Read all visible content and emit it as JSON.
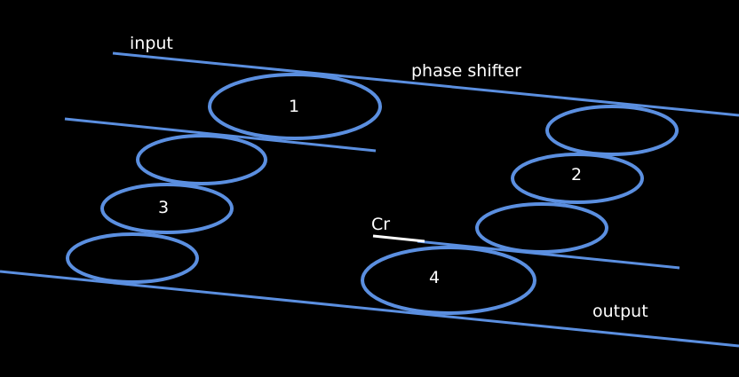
{
  "labels": {
    "input": "input",
    "phase_shifter": "phase shifter",
    "cr": "Cr",
    "output": "output"
  },
  "rings": {
    "r1": "1",
    "r2": "2",
    "r3": "3",
    "r4": "4"
  },
  "colors": {
    "background": "#000000",
    "waveguide": "#5b8fe0",
    "text": "#ffffff",
    "cr_line": "#ffffff"
  }
}
